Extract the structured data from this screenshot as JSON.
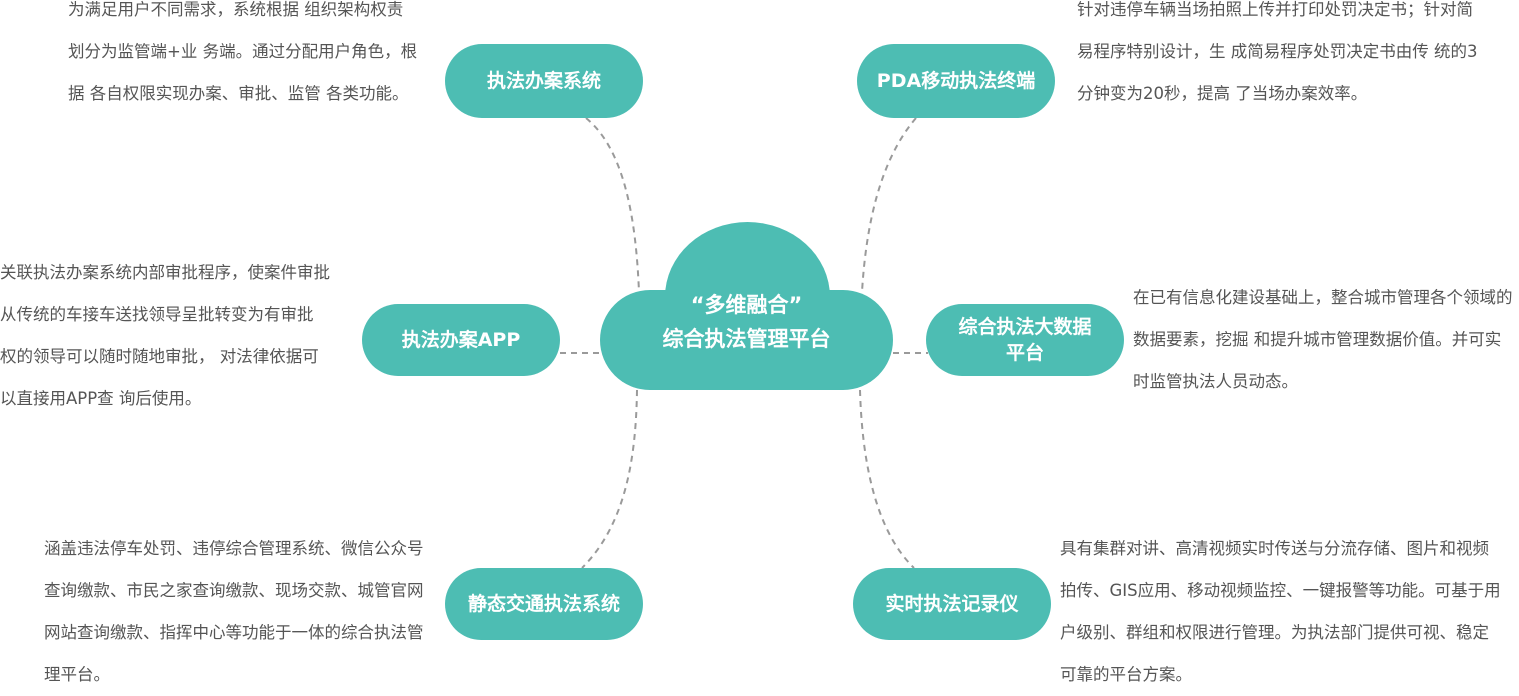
{
  "colors": {
    "accent": "#4dbdb3",
    "on_accent": "#ffffff",
    "connector": "#9a9a9a",
    "text": "#555555"
  },
  "center": {
    "line1": "“多维融合”",
    "line2": "综合执法管理平台"
  },
  "nodes": {
    "case_system": {
      "label": "执法办案系统",
      "desc": "为满足用户不同需求，系统根据 组织架构权责划分为监管端+业 务端。通过分配用户角色，根据 各自权限实现办案、审批、监管 各类功能。"
    },
    "pda": {
      "label": "PDA移动执法终端",
      "desc": "针对违停车辆当场拍照上传并打印处罚决定书；针对简易程序特别设计，生 成简易程序处罚决定书由传 统的3分钟变为20秒，提高 了当场办案效率。"
    },
    "case_app": {
      "label": "执法办案APP",
      "desc": "关联执法办案系统内部审批程序，使案件审批从传统的车接车送找领导呈批转变为有审批 权的领导可以随时随地审批， 对法律依据可以直接用APP查 询后使用。"
    },
    "big_data": {
      "label": "综合执法大数据\n平台",
      "desc": "在已有信息化建设基础上，整合城市管理各个领域的数据要素，挖掘 和提升城市管理数据价值。并可实时监管执法人员动态。"
    },
    "static_traffic": {
      "label": "静态交通执法系统",
      "desc": "涵盖违法停车处罚、违停综合管理系统、微信公众号查询缴款、市民之家查询缴款、现场交款、城管官网网站查询缴款、指挥中心等功能于一体的综合执法管理平台。"
    },
    "recorder": {
      "label": "实时执法记录仪",
      "desc": "具有集群对讲、高清视频实时传送与分流存储、图片和视频拍传、GIS应用、移动视频监控、一键报警等功能。可基于用户级别、群组和权限进行管理。为执法部门提供可视、稳定可靠的平台方案。"
    }
  }
}
